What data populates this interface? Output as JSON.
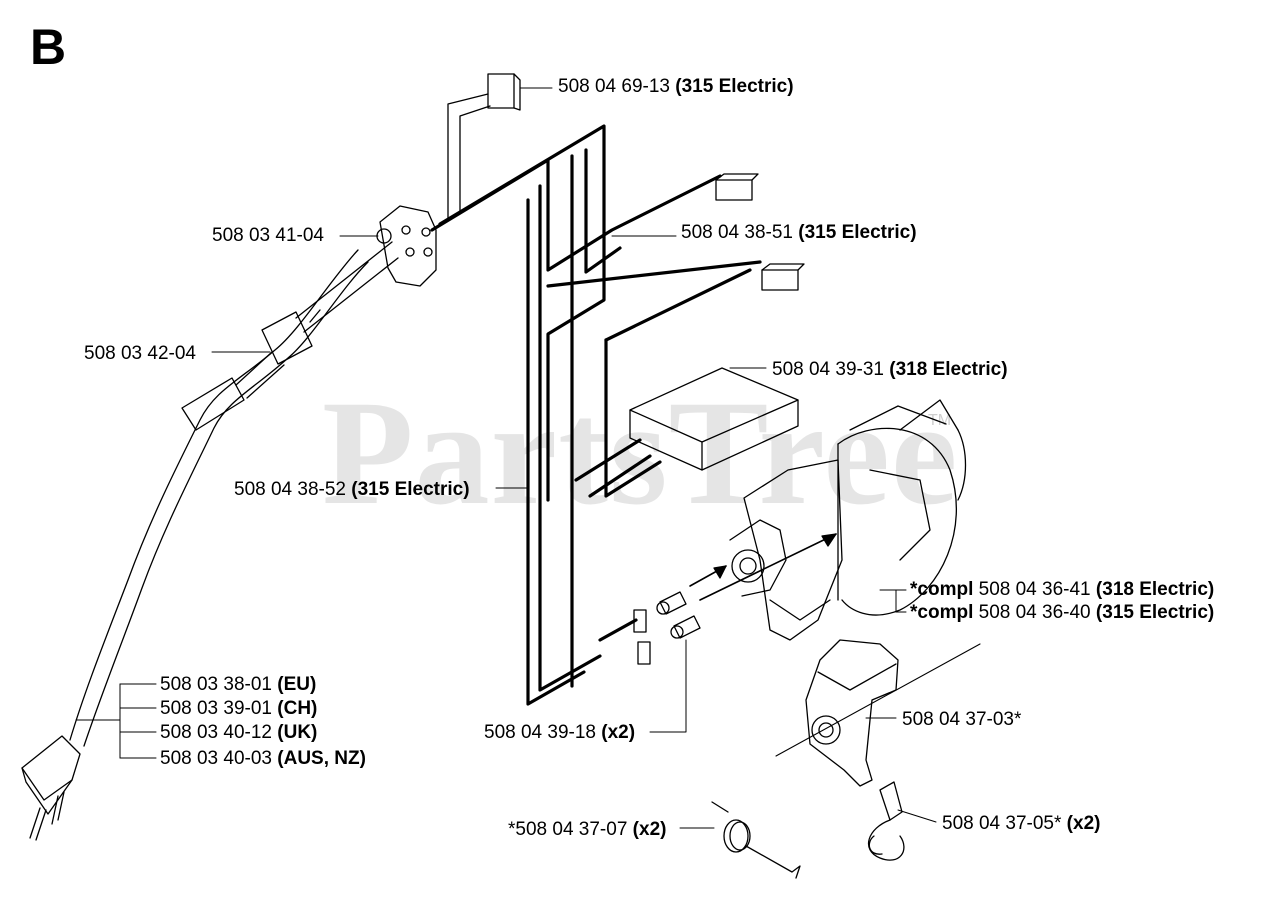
{
  "section": "B",
  "watermark": {
    "text": "PartsTree",
    "tm": "TM"
  },
  "parts": {
    "wire_315_top": {
      "num": "508 04 69-13",
      "note": "(315 Electric)"
    },
    "switch": {
      "num": "508 03 41-04",
      "note": ""
    },
    "wire_315_mid": {
      "num": "508 04 38-51",
      "note": "(315 Electric)"
    },
    "cord_grommet": {
      "num": "508 03 42-04",
      "note": ""
    },
    "pcb_318": {
      "num": "508 04 39-31",
      "note": "(318 Electric)"
    },
    "wire_315_low": {
      "num": "508 04 38-52",
      "note": "(315 Electric)"
    },
    "motor_318": {
      "prefix": "*compl",
      "num": "508 04 36-41",
      "note": "(318 Electric)"
    },
    "motor_315": {
      "prefix": "*compl",
      "num": "508 04 36-40",
      "note": "(315 Electric)"
    },
    "cord_eu": {
      "num": "508 03 38-01",
      "note": "(EU)"
    },
    "cord_ch": {
      "num": "508 03 39-01",
      "note": "(CH)"
    },
    "cord_uk": {
      "num": "508 03 40-12",
      "note": "(UK)"
    },
    "cord_aus": {
      "num": "508 03 40-03",
      "note": "(AUS, NZ)"
    },
    "connector": {
      "num": "508 04 39-18",
      "note": "(x2)"
    },
    "brush_holder": {
      "num": "508 04 37-03*",
      "note": ""
    },
    "spring": {
      "num": "*508 04 37-07",
      "note": "(x2)"
    },
    "carbon_brush": {
      "num": "508 04 37-05*",
      "note": "(x2)"
    }
  }
}
